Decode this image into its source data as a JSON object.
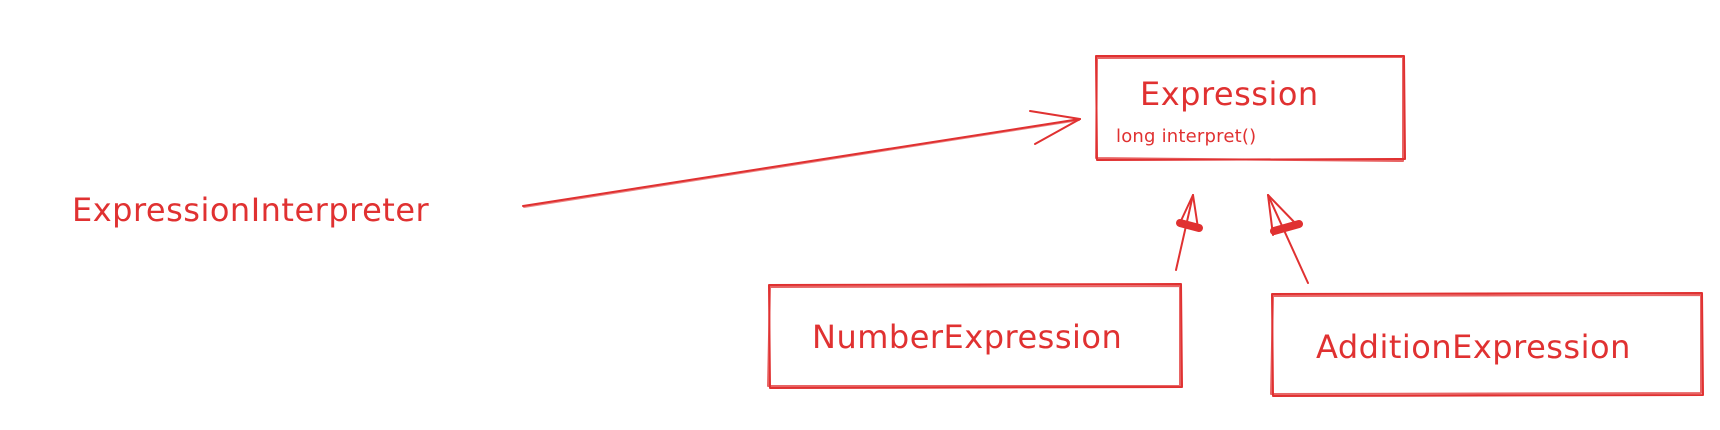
{
  "colors": {
    "stroke": "#e03131",
    "background": "#ffffff"
  },
  "nodes": {
    "expression": {
      "name": "Expression",
      "method": "long interpret()"
    },
    "number_expression": {
      "name": "NumberExpression"
    },
    "addition_expression": {
      "name": "AdditionExpression"
    },
    "interpreter": {
      "name": "ExpressionInterpreter"
    }
  },
  "edges": [
    {
      "from": "interpreter",
      "to": "expression",
      "kind": "association"
    },
    {
      "from": "number_expression",
      "to": "expression",
      "kind": "inheritance"
    },
    {
      "from": "addition_expression",
      "to": "expression",
      "kind": "inheritance"
    }
  ]
}
